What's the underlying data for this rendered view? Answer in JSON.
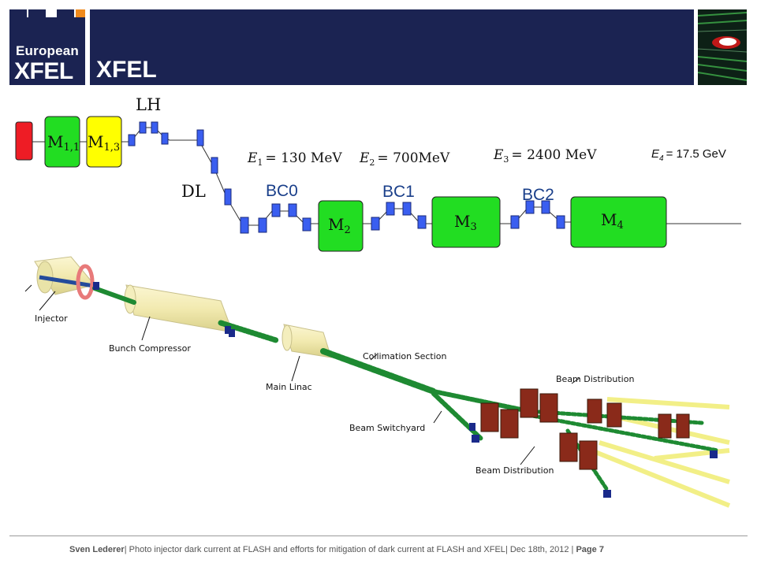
{
  "header": {
    "logo_line1": "European",
    "logo_line2": "XFEL",
    "title": "XFEL",
    "logo_colors": [
      "#1b2352",
      "#1b2352",
      "#f08a1c"
    ],
    "bar_color": "#1b2352"
  },
  "schematic": {
    "gun_color": "#ee1c25",
    "modules": [
      {
        "base": "M",
        "sub": "1,1",
        "color": "#22dd22"
      },
      {
        "base": "M",
        "sub": "1,3",
        "color": "#ffff00"
      },
      {
        "base": "M",
        "sub": "2",
        "color": "#22dd22"
      },
      {
        "base": "M",
        "sub": "3",
        "color": "#22dd22"
      },
      {
        "base": "M",
        "sub": "4",
        "color": "#22dd22"
      }
    ],
    "labels": {
      "lh": "LH",
      "dl": "DL",
      "bc0": "BC0",
      "bc1": "BC1",
      "bc2": "BC2"
    },
    "energies": [
      {
        "var": "E",
        "sub": "1",
        "value": "= 130 MeV"
      },
      {
        "var": "E",
        "sub": "2",
        "value": "= 700MeV"
      },
      {
        "var": "E",
        "sub": "3",
        "value": "= 2400 MeV"
      },
      {
        "var": "E",
        "sub": "4",
        "value": "= 17.5 GeV"
      }
    ],
    "magnet_color": "#3a5ef0"
  },
  "render": {
    "labels": {
      "injector": "Injector",
      "bunch_compressor": "Bunch Compressor",
      "main_linac": "Main Linac",
      "collimation": "Collimation Section",
      "beam_distribution_top": "Beam Distribution",
      "beam_switchyard": "Beam Switchyard",
      "beam_distribution_bottom": "Beam Distribution"
    }
  },
  "footer": {
    "author": "Sven Lederer",
    "separator": "|",
    "talk": "Photo injector dark current at FLASH and efforts for mitigation of dark current at FLASH and XFEL",
    "date": "Dec 18th, 2012",
    "page": "Page 7"
  }
}
